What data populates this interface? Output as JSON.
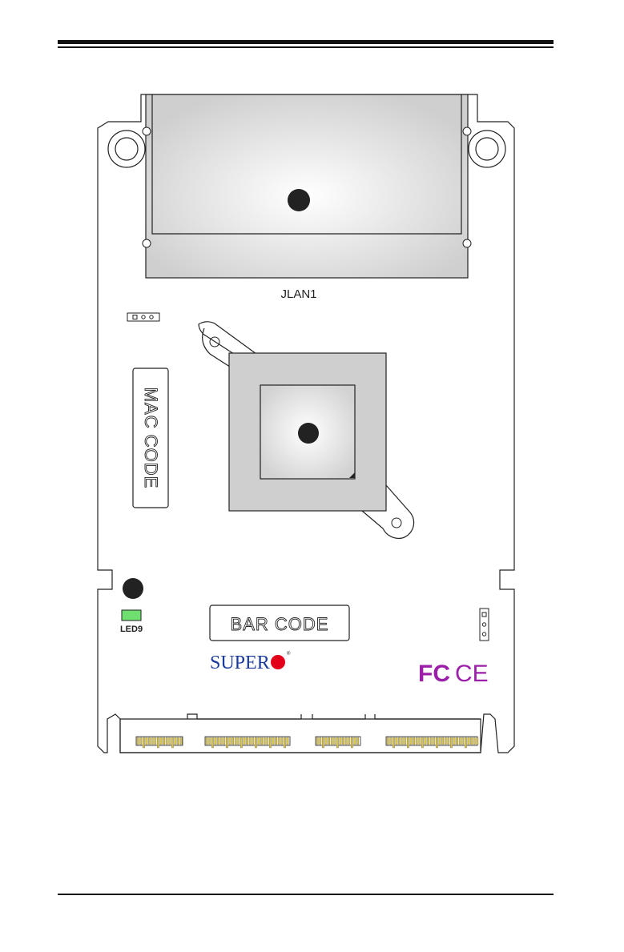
{
  "labels": {
    "connector": "JLAN1",
    "mac_code": "MAC CODE",
    "bar_code": "BAR CODE",
    "led": "LED9"
  },
  "brand": {
    "logo_text": "SUPER",
    "logo_dot_color": "#e3001b",
    "cert_fc": "FC",
    "cert_ce": "CE",
    "cert_color": "#9b1fa8"
  },
  "colors": {
    "board_outline": "#222222",
    "chip_fill": "#cfcfcf",
    "led_green": "#6fe06f",
    "pin_gold": "#d9c24a"
  }
}
